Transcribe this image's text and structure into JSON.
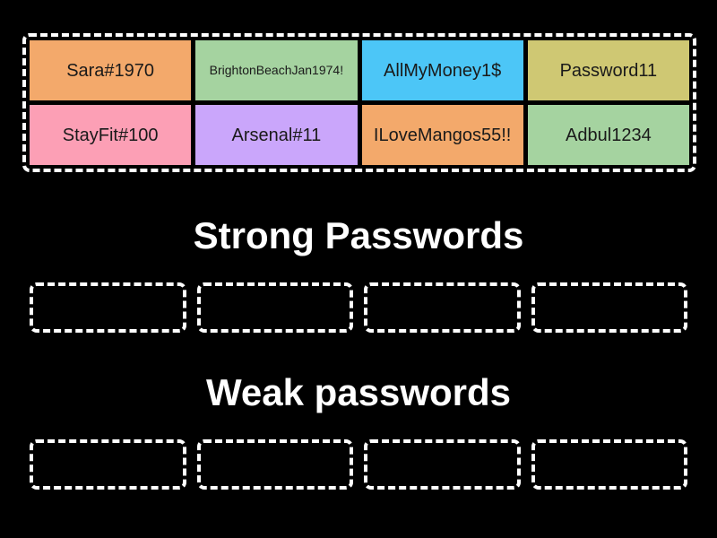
{
  "page": {
    "background_color": "#000000",
    "title_text_color": "#ffffff"
  },
  "word_bank": {
    "name": "password-word-bank",
    "rows": [
      [
        {
          "label": "Sara#1970",
          "color": "#f3a96b",
          "text_size": "normal"
        },
        {
          "label": "BrightonBeachJan1974!",
          "color": "#a5d3a0",
          "text_size": "small"
        },
        {
          "label": "AllMyMoney1$",
          "color": "#4cc6f7",
          "text_size": "normal"
        },
        {
          "label": "Password11",
          "color": "#cfc873",
          "text_size": "normal"
        }
      ],
      [
        {
          "label": "StayFit#100",
          "color": "#fc9fb5",
          "text_size": "normal"
        },
        {
          "label": "Arsenal#11",
          "color": "#caa6fb",
          "text_size": "normal"
        },
        {
          "label": "ILoveMangos55!!",
          "color": "#f3a96b",
          "text_size": "normal"
        },
        {
          "label": "Adbul1234",
          "color": "#a5d3a0",
          "text_size": "normal"
        }
      ]
    ]
  },
  "sections": [
    {
      "heading": "Strong Passwords",
      "slots": [
        "",
        "",
        "",
        ""
      ]
    },
    {
      "heading": "Weak passwords",
      "slots": [
        "",
        "",
        "",
        ""
      ]
    }
  ]
}
